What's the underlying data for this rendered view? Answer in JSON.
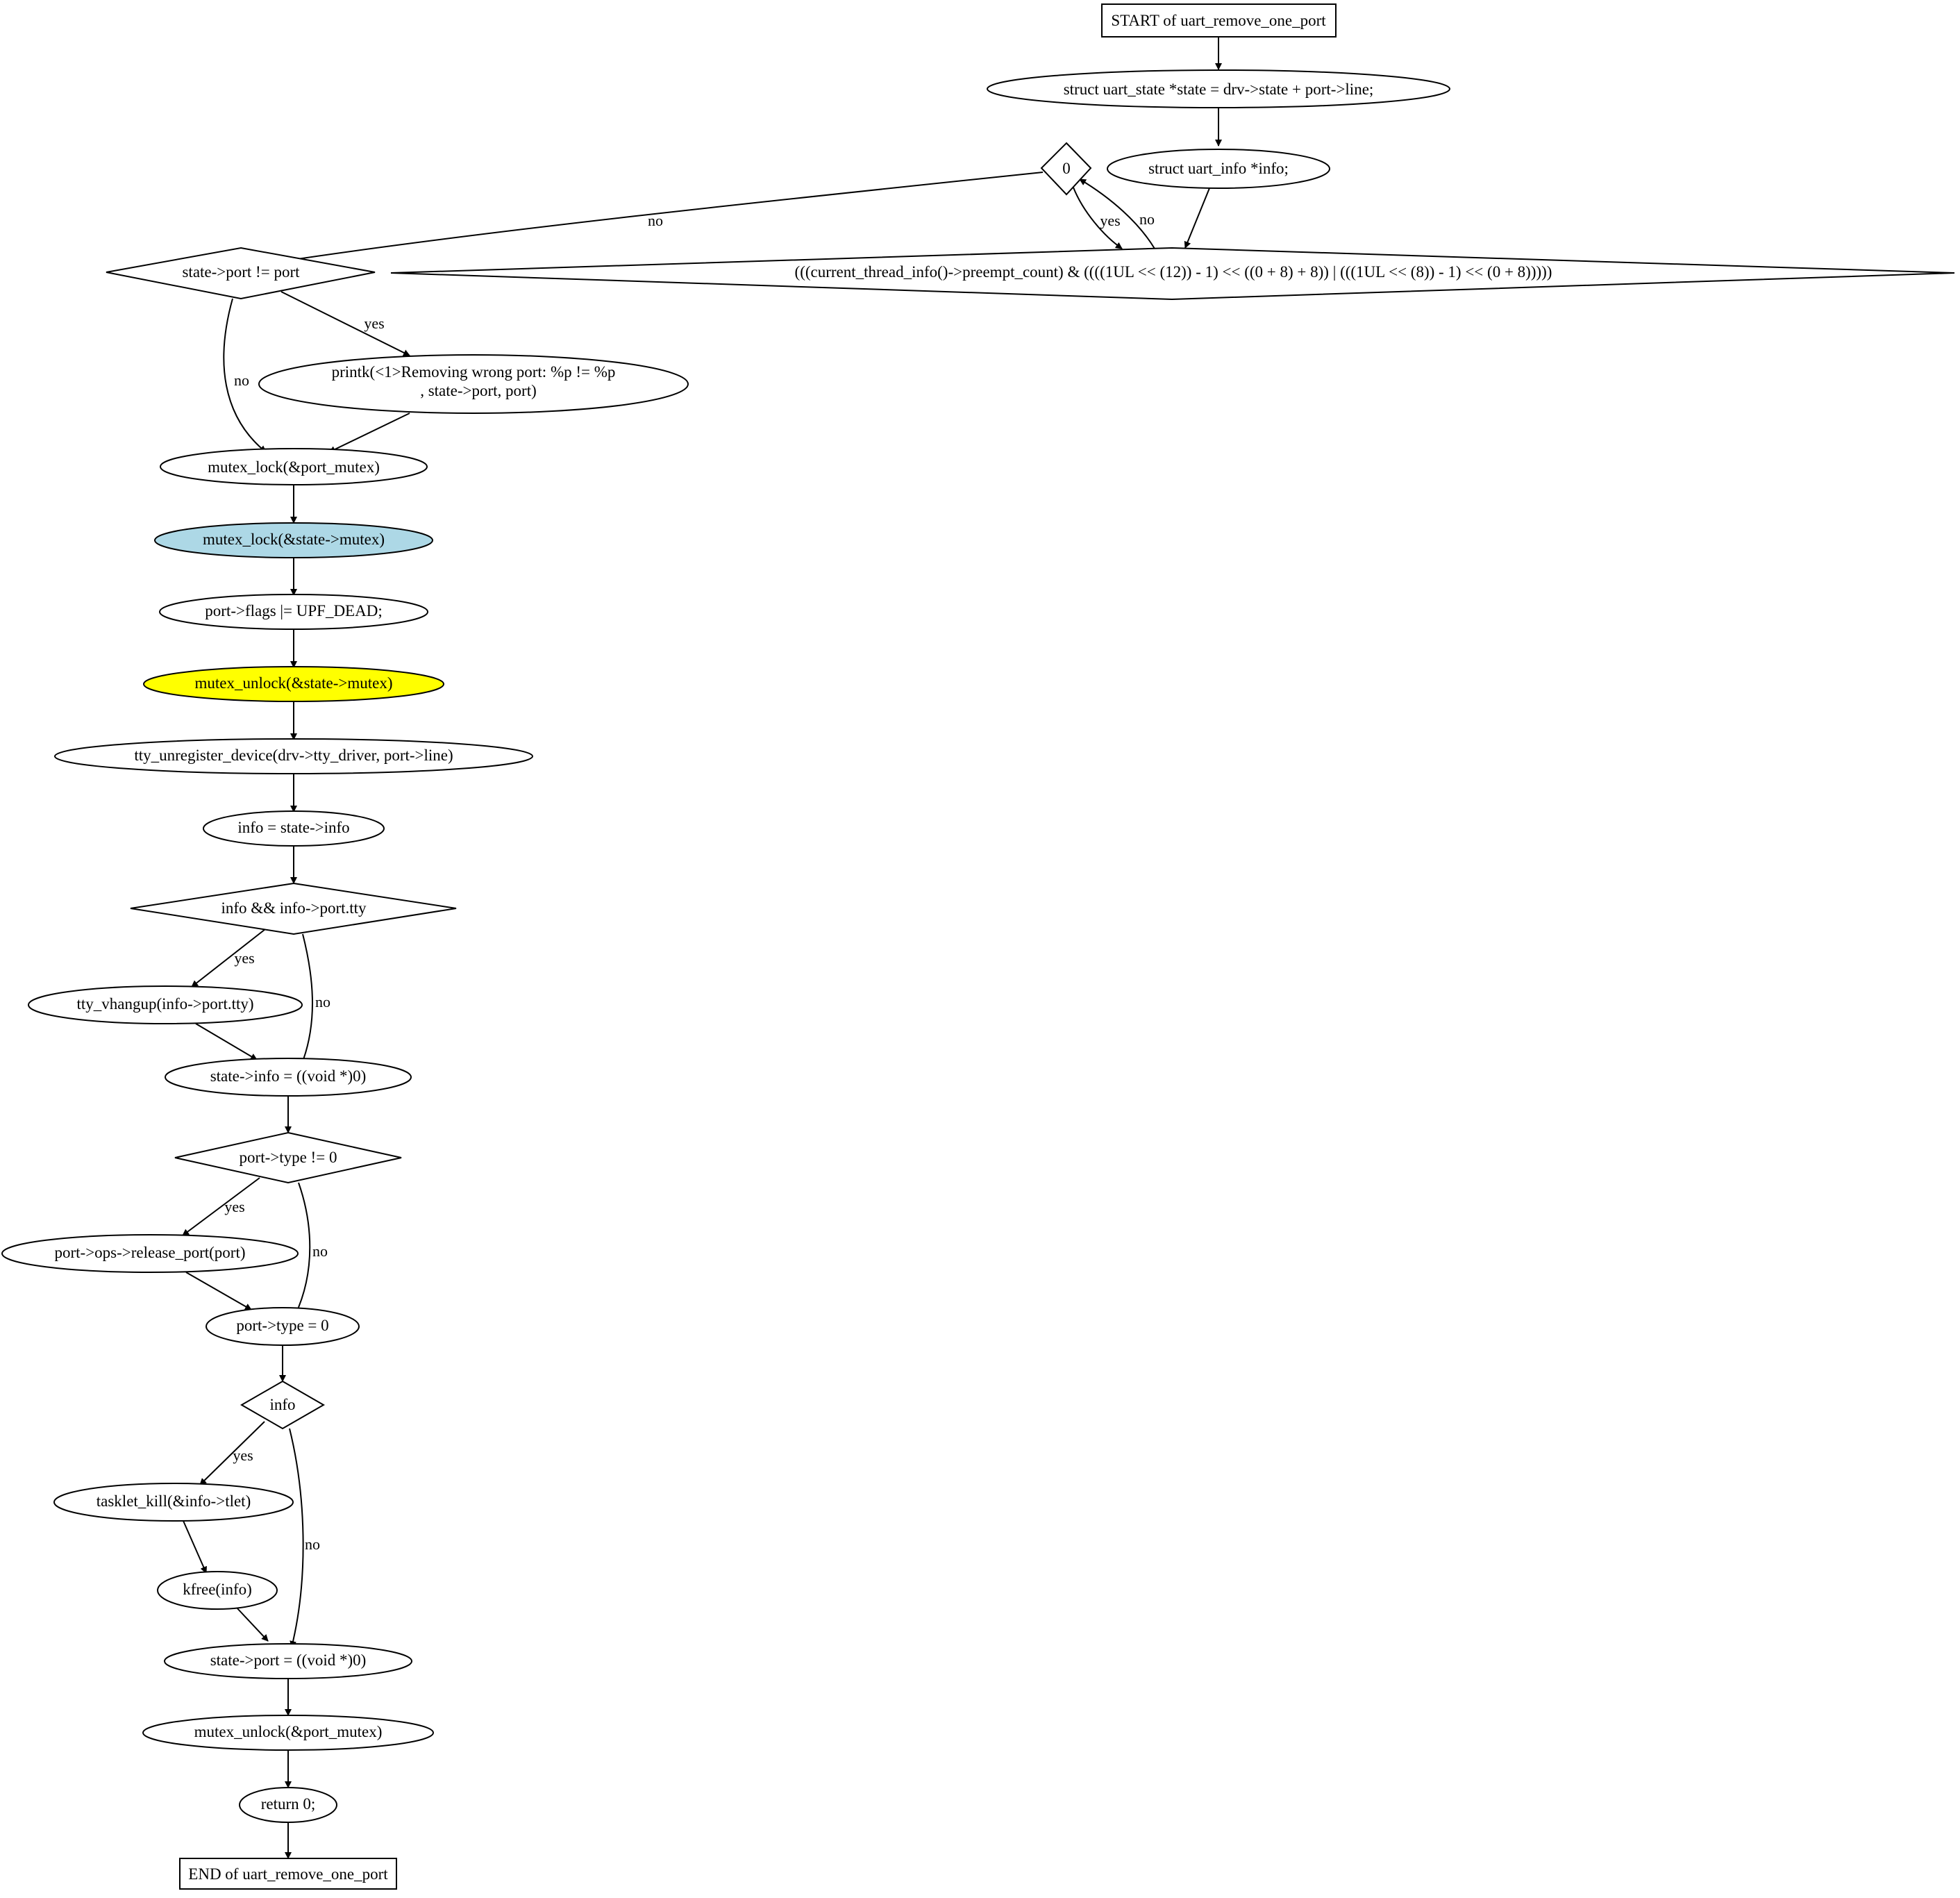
{
  "nodes": {
    "start": "START of uart_remove_one_port",
    "state_decl": "struct uart_state *state = drv->state + port->line;",
    "info_decl": "struct uart_info *info;",
    "zero": "0",
    "preempt_check": "(((current_thread_info()->preempt_count) & ((((1UL << (12)) - 1) << ((0 + 8) + 8)) | (((1UL << (8)) - 1) << (0 + 8)))))",
    "state_port_check": "state->port != port",
    "printk_line1": "printk(<1>Removing wrong port: %p != %p",
    "printk_line2": ", state->port, port)",
    "mutex_lock_port": "mutex_lock(&port_mutex)",
    "mutex_lock_state": "mutex_lock(&state->mutex)",
    "port_flags": "port->flags |= UPF_DEAD;",
    "mutex_unlock_state": "mutex_unlock(&state->mutex)",
    "tty_unregister": "tty_unregister_device(drv->tty_driver, port->line)",
    "info_assign": "info = state->info",
    "info_tty_check": "info && info->port.tty",
    "tty_vhangup": "tty_vhangup(info->port.tty)",
    "state_info_null": "state->info = ((void *)0)",
    "port_type_check": "port->type != 0",
    "release_port": "port->ops->release_port(port)",
    "port_type_zero": "port->type = 0",
    "info_check": "info",
    "tasklet_kill": "tasklet_kill(&info->tlet)",
    "kfree": "kfree(info)",
    "state_port_null": "state->port = ((void *)0)",
    "mutex_unlock_port": "mutex_unlock(&port_mutex)",
    "return_zero": "return 0;",
    "end": "END of uart_remove_one_port"
  },
  "edge_labels": {
    "zero_no": "no",
    "zero_yes": "yes",
    "preempt_no": "no",
    "state_port_yes": "yes",
    "state_port_no": "no",
    "info_tty_yes": "yes",
    "info_tty_no": "no",
    "port_type_yes": "yes",
    "port_type_no": "no",
    "info_yes": "yes",
    "info_no": "no"
  },
  "colors": {
    "mutex_lock_state_fill": "#add8e6",
    "mutex_unlock_state_fill": "#ffff00"
  }
}
